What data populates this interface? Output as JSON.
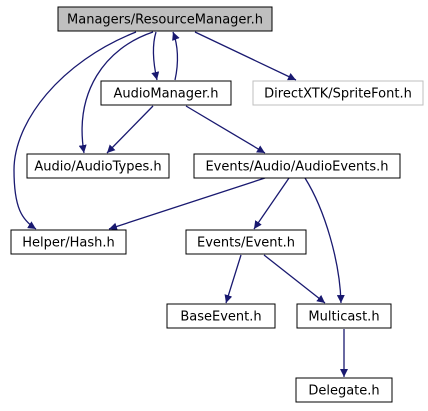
{
  "diagram": {
    "nodes": [
      {
        "id": "resource_manager",
        "label": "Managers/ResourceManager.h",
        "style": "root"
      },
      {
        "id": "audio_manager",
        "label": "AudioManager.h",
        "style": "normal"
      },
      {
        "id": "spritefont",
        "label": "DirectXTK/SpriteFont.h",
        "style": "external"
      },
      {
        "id": "audio_types",
        "label": "Audio/AudioTypes.h",
        "style": "normal"
      },
      {
        "id": "audio_events",
        "label": "Events/Audio/AudioEvents.h",
        "style": "normal"
      },
      {
        "id": "hash",
        "label": "Helper/Hash.h",
        "style": "normal"
      },
      {
        "id": "event",
        "label": "Events/Event.h",
        "style": "normal"
      },
      {
        "id": "base_event",
        "label": "BaseEvent.h",
        "style": "normal"
      },
      {
        "id": "multicast",
        "label": "Multicast.h",
        "style": "normal"
      },
      {
        "id": "delegate",
        "label": "Delegate.h",
        "style": "normal"
      }
    ],
    "edges": [
      {
        "from": "resource_manager",
        "to": "audio_manager"
      },
      {
        "from": "audio_manager",
        "to": "resource_manager"
      },
      {
        "from": "resource_manager",
        "to": "spritefont"
      },
      {
        "from": "resource_manager",
        "to": "audio_types"
      },
      {
        "from": "resource_manager",
        "to": "hash"
      },
      {
        "from": "audio_manager",
        "to": "audio_types"
      },
      {
        "from": "audio_manager",
        "to": "audio_events"
      },
      {
        "from": "audio_events",
        "to": "hash"
      },
      {
        "from": "audio_events",
        "to": "event"
      },
      {
        "from": "audio_events",
        "to": "multicast"
      },
      {
        "from": "event",
        "to": "base_event"
      },
      {
        "from": "event",
        "to": "multicast"
      },
      {
        "from": "multicast",
        "to": "delegate"
      }
    ],
    "colors": {
      "root_fill": "#bfbfbf",
      "node_fill": "#ffffff",
      "node_border": "#000000",
      "external_border": "#bfbfbf",
      "edge": "#191970"
    }
  }
}
